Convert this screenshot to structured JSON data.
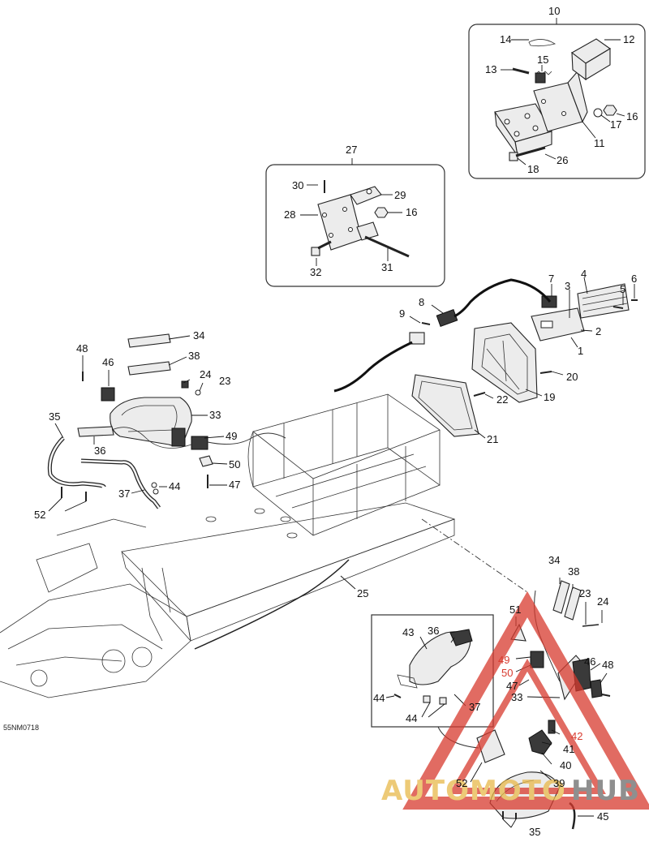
{
  "diagram": {
    "reference_code": "55NM0718",
    "callouts": {
      "c1": "1",
      "c2": "2",
      "c3": "3",
      "c4": "4",
      "c5": "5",
      "c6": "6",
      "c7": "7",
      "c8": "8",
      "c9": "9",
      "c10": "10",
      "c11": "11",
      "c12": "12",
      "c13": "13",
      "c14": "14",
      "c15": "15",
      "c16a": "16",
      "c16b": "16",
      "c17": "17",
      "c18": "18",
      "c19": "19",
      "c20": "20",
      "c21": "21",
      "c22": "22",
      "c23a": "23",
      "c23b": "23",
      "c24a": "24",
      "c24b": "24",
      "c25": "25",
      "c26": "26",
      "c27": "27",
      "c28": "28",
      "c29": "29",
      "c30": "30",
      "c31": "31",
      "c32": "32",
      "c33a": "33",
      "c33b": "33",
      "c34a": "34",
      "c34b": "34",
      "c35a": "35",
      "c35b": "35",
      "c36a": "36",
      "c36b": "36",
      "c37a": "37",
      "c37b": "37",
      "c38a": "38",
      "c38b": "38",
      "c39": "39",
      "c40": "40",
      "c41": "41",
      "c42": "42",
      "c43": "43",
      "c44a": "44",
      "c44b": "44",
      "c44c": "44",
      "c45": "45",
      "c46a": "46",
      "c46b": "46",
      "c47a": "47",
      "c47b": "47",
      "c48a": "48",
      "c48b": "48",
      "c49a": "49",
      "c49b": "49",
      "c50a": "50",
      "c50b": "50",
      "c51": "51",
      "c52a": "52",
      "c52b": "52"
    }
  },
  "watermark": {
    "text_left": "AUTOMOTO",
    "text_right": "HUB",
    "colors": {
      "red": "#d83a2e",
      "gold": "#e8b94a"
    }
  }
}
